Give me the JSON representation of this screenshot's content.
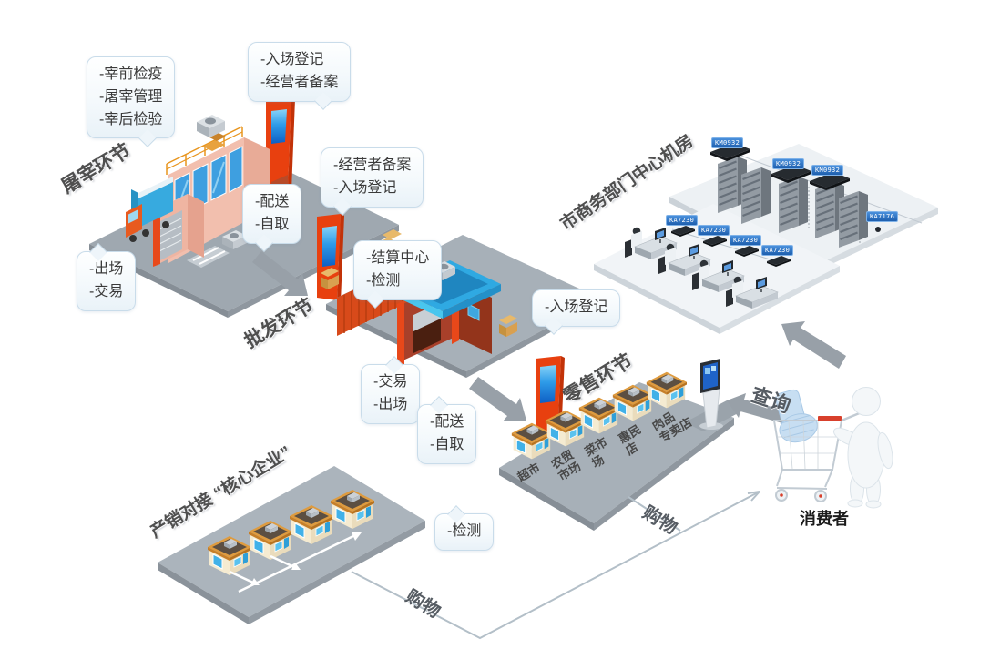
{
  "stage_labels": {
    "slaughter": "屠宰环节",
    "wholesale": "批发环节",
    "retail": "零售环节",
    "core_enterprise": "产销对接 “核心企业”",
    "datacenter": "市商务部门中心机房",
    "consumer": "消费者"
  },
  "flow_labels": {
    "query": "查询",
    "shopping_left": "购物",
    "shopping_right": "购物"
  },
  "callouts": {
    "slaughter_ops": {
      "lines": [
        "-宰前检疫",
        "-屠宰管理",
        "-宰后检验"
      ]
    },
    "slaughter_entry": {
      "lines": [
        "-入场登记",
        "-经营者备案"
      ]
    },
    "slaughter_delivery": {
      "lines": [
        "-配送",
        "-自取"
      ]
    },
    "slaughter_exit": {
      "lines": [
        "-出场",
        "-交易"
      ]
    },
    "wholesale_entry": {
      "lines": [
        "-经营者备案",
        "-入场登记"
      ]
    },
    "wholesale_settlement": {
      "lines": [
        "-结算中心",
        "-检测"
      ]
    },
    "wholesale_exit": {
      "lines": [
        "-交易",
        "-出场"
      ]
    },
    "retail_entry": {
      "lines": [
        "-入场登记"
      ]
    },
    "retail_delivery": {
      "lines": [
        "-配送",
        "-自取"
      ]
    },
    "retail_check": {
      "lines": [
        "-检测"
      ]
    }
  },
  "retail_shops": [
    [
      "超市"
    ],
    [
      "农贸",
      "市场"
    ],
    [
      "菜市",
      "场"
    ],
    [
      "惠民",
      "店"
    ],
    [
      "肉品",
      "专卖店"
    ]
  ],
  "devices": {
    "kvm_matrix": "KM0932",
    "console_station": "KA7230",
    "kvm_adapter": "KA7176"
  },
  "colors": {
    "gate_red": "#e8400f",
    "screen_blue": "#1668c8",
    "platform_gray": "#a7b0b8",
    "callout_border": "#c9dcea",
    "label_gray": "#4f4f4f"
  }
}
